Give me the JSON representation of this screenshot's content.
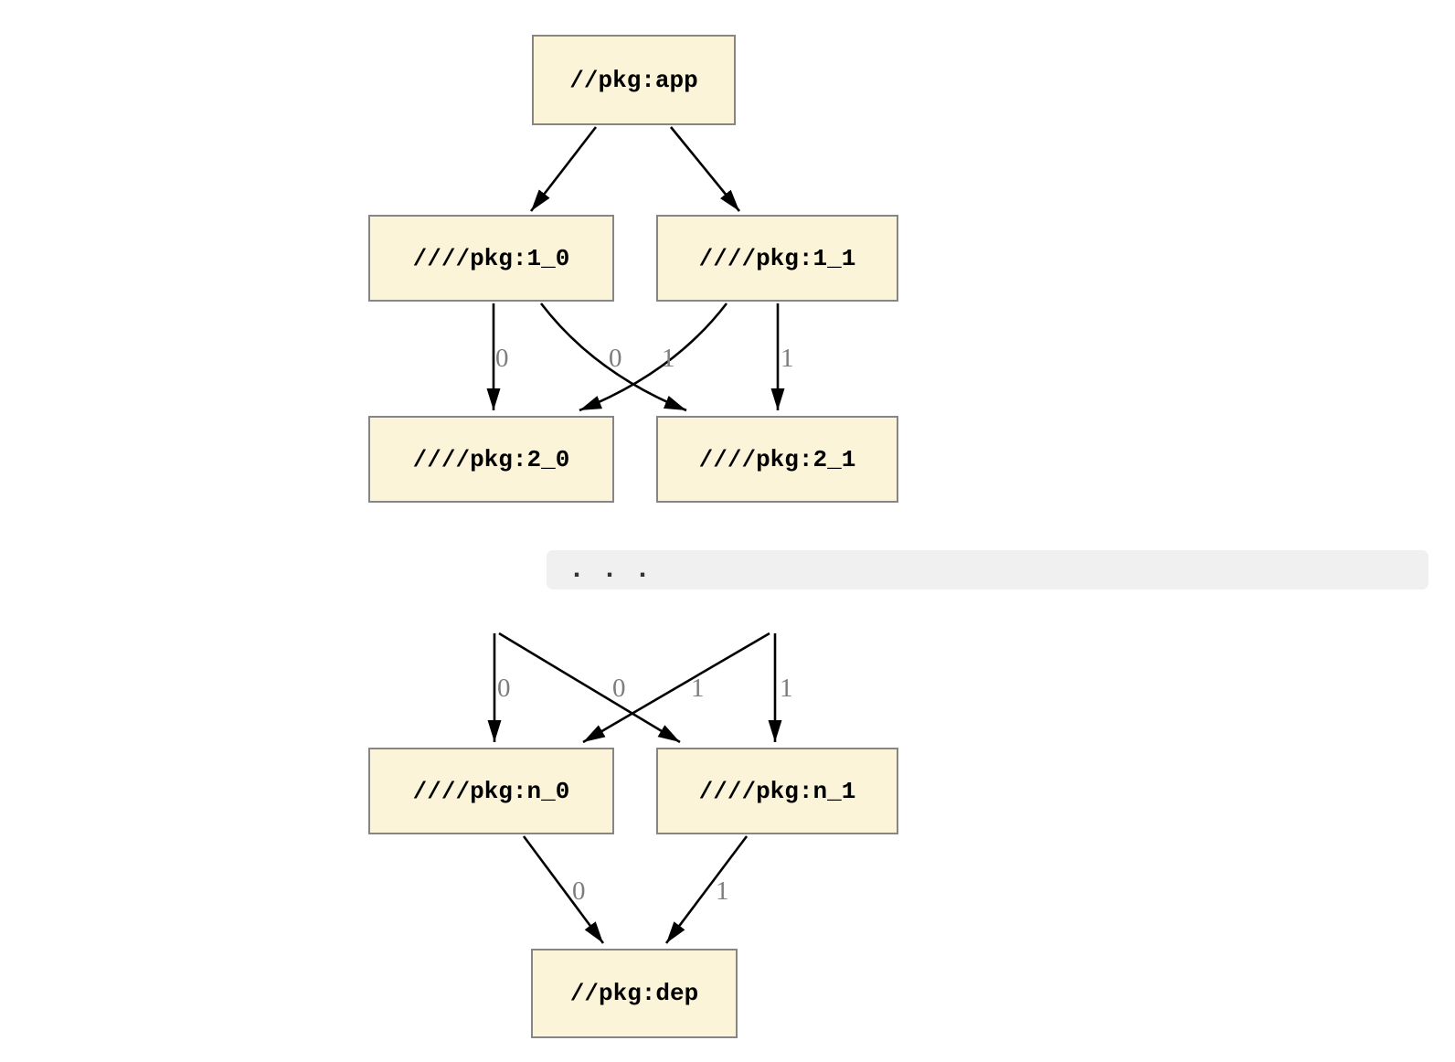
{
  "diagram": {
    "nodes": {
      "app": "//pkg:app",
      "level1_0": "////pkg:1_0",
      "level1_1": "////pkg:1_1",
      "level2_0": "////pkg:2_0",
      "level2_1": "////pkg:2_1",
      "leveln_0": "////pkg:n_0",
      "leveln_1": "////pkg:n_1",
      "dep": "//pkg:dep"
    },
    "ellipsis": ". . .",
    "edge_labels": {
      "l1_0_to_2_0": "0",
      "l1_1_to_2_0": "0",
      "l1_0_to_2_1": "1",
      "l1_1_to_2_1": "1",
      "to_n_0_straight": "0",
      "to_n_0_cross": "0",
      "to_n_1_cross": "1",
      "to_n_1_straight": "1",
      "n_0_to_dep": "0",
      "n_1_to_dep": "1"
    },
    "colors": {
      "node_fill": "#fbf4d8",
      "node_border": "#868686",
      "edge": "#000000",
      "edge_label": "#7d7d7d",
      "ellipsis_bar": "#f0f0f0"
    }
  }
}
